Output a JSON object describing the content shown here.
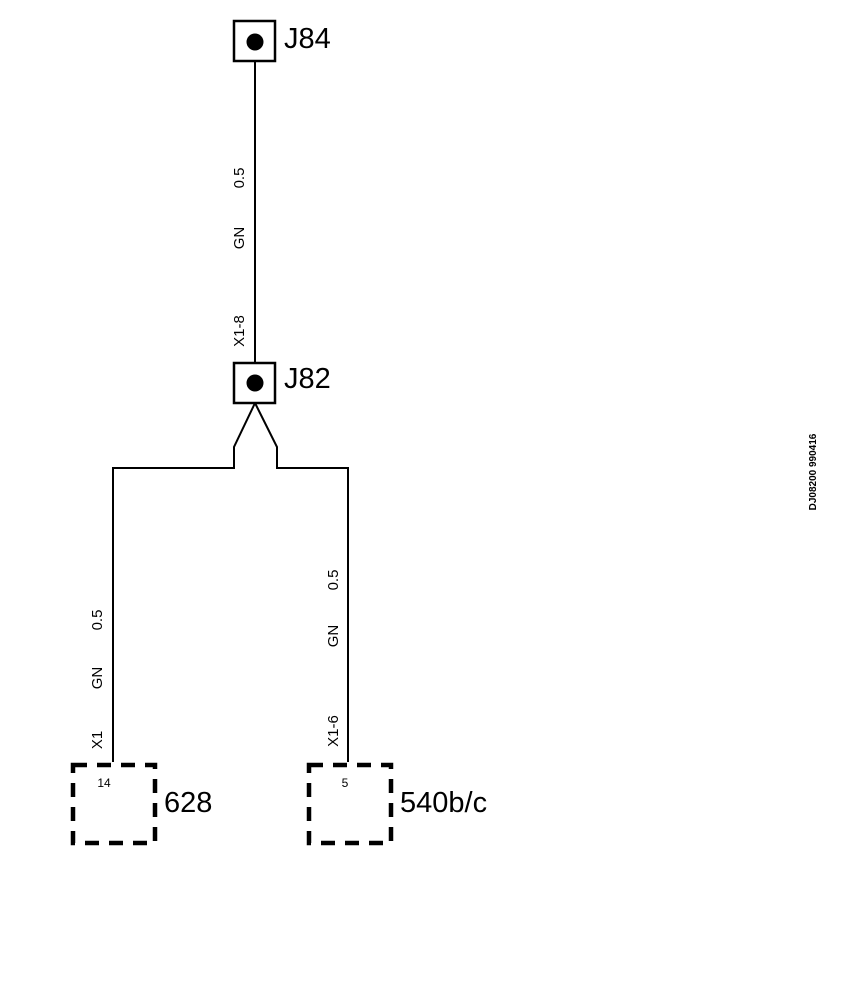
{
  "connectors": {
    "top": {
      "name": "J84"
    },
    "middle": {
      "name": "J82"
    }
  },
  "wires": {
    "upper": {
      "size": "0.5",
      "color": "GN",
      "pin": "X1-8"
    },
    "left": {
      "size": "0.5",
      "color": "GN",
      "pin": "X1"
    },
    "right": {
      "size": "0.5",
      "color": "GN",
      "pin": "X1-6"
    }
  },
  "components": {
    "left": {
      "name": "628",
      "pin": "14"
    },
    "right": {
      "name": "540b/c",
      "pin": "5"
    }
  },
  "reference_code": "DJ08200 990416",
  "colors": {
    "line": "#000000",
    "background": "#ffffff"
  }
}
